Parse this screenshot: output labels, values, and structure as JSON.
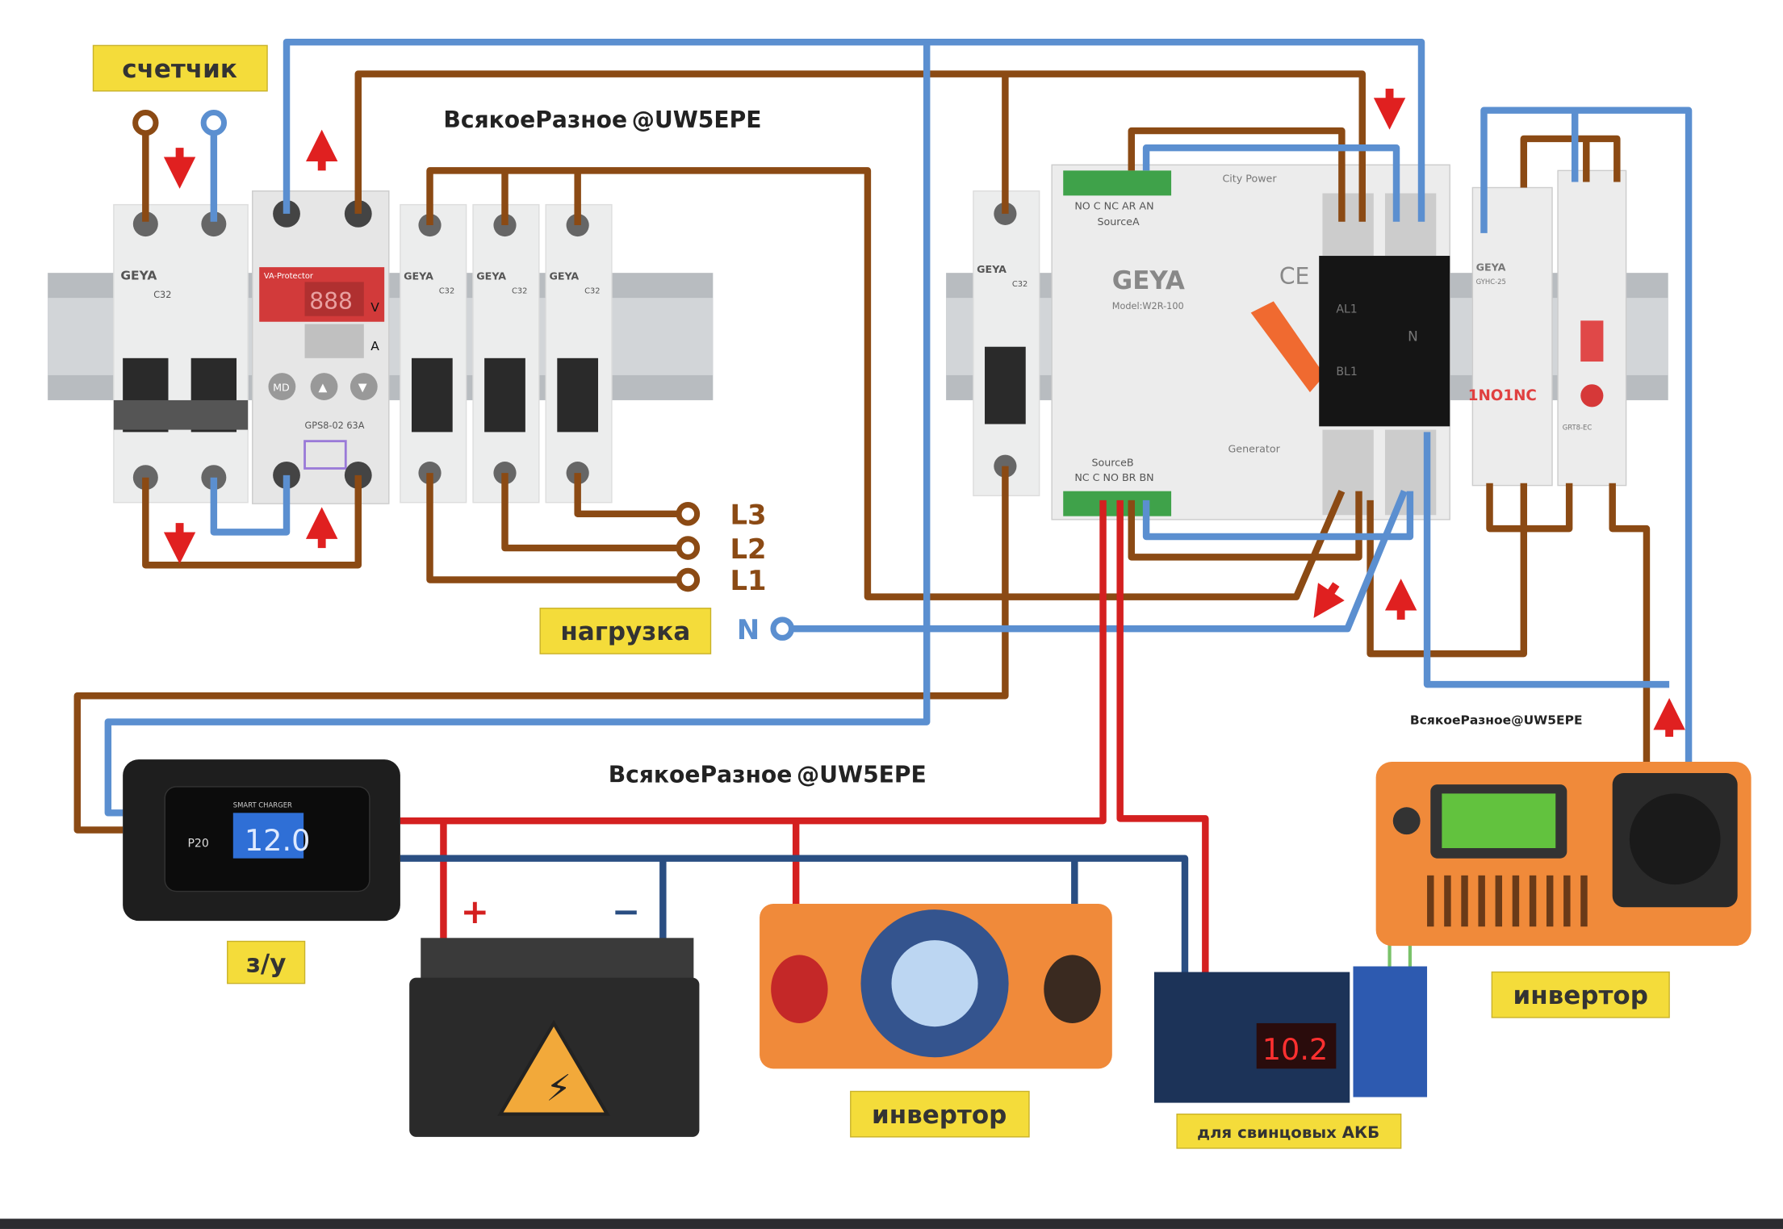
{
  "labels": {
    "meter": "счетчик",
    "load": "нагрузка",
    "charger": "з/у",
    "inverter_small": "инвертор",
    "inverter_big": "инвертор",
    "lead_acid": "для свинцовых АКБ",
    "l1": "L1",
    "l2": "L2",
    "l3": "L3",
    "n": "N",
    "plus": "+",
    "minus": "−",
    "contacts": "1NO1NC"
  },
  "watermark": {
    "main": "ВсякоеРазное",
    "handle": "@UW5EPE",
    "small": "ВсякоеРазное@UW5EPE"
  },
  "devices": {
    "brand": "GEYA",
    "va_protector": "VA-Protector",
    "va_model": "GPS8-02 63A",
    "va_unit_v": "V",
    "va_unit_a": "A",
    "va_buttons": [
      "MD",
      "▲",
      "▼"
    ],
    "ats_model": "Model:W2R-100",
    "ats_source_a": "SourceA",
    "ats_source_b": "SourceB",
    "ats_city": "City Power",
    "ats_generator": "Generator",
    "ats_terminals_a": "NO C NC AR AN",
    "ats_terminals_b": "NC C NO BR BN",
    "ats_al1": "AL1",
    "ats_bl1": "BL1",
    "ats_n": "N",
    "ce": "CE",
    "contactor_model": "GYHC-25",
    "timer_model": "GRT8-EC",
    "charger_title": "SMART CHARGER",
    "charger_model": "P20",
    "charger_display": "12.0",
    "controller_display": "10.2",
    "breaker_rating": "C32",
    "va_display": "888"
  },
  "colors": {
    "phase": "#8B4A14",
    "neutral": "#5B8FD0",
    "dc_plus": "#D42020",
    "dc_minus": "#2A4E82",
    "label_bg": "#F4DC3A",
    "arrow": "#E02020",
    "inverter": "#F08A3A"
  }
}
